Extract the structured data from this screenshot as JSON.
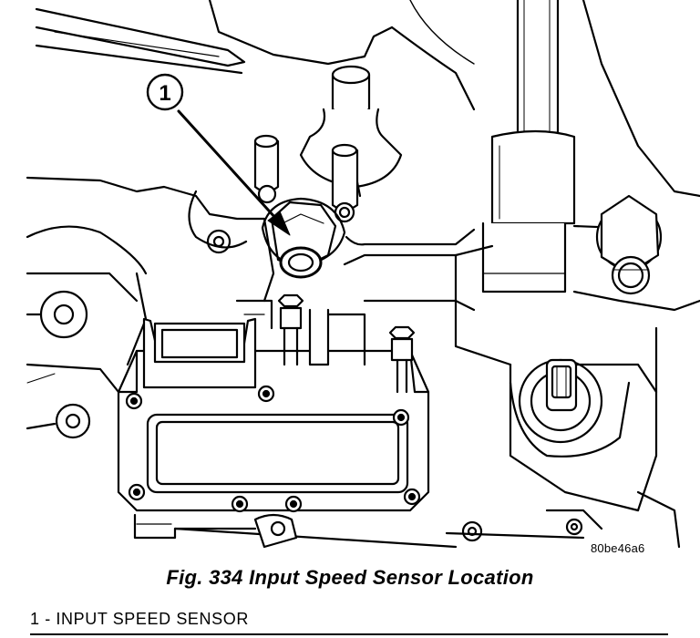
{
  "figure": {
    "callout_number": "1",
    "image_code": "80be46a6",
    "caption": "Fig. 334 Input Speed Sensor Location"
  },
  "legend": {
    "items": [
      {
        "number": "1",
        "separator": " - ",
        "label": "INPUT SPEED SENSOR"
      }
    ]
  }
}
